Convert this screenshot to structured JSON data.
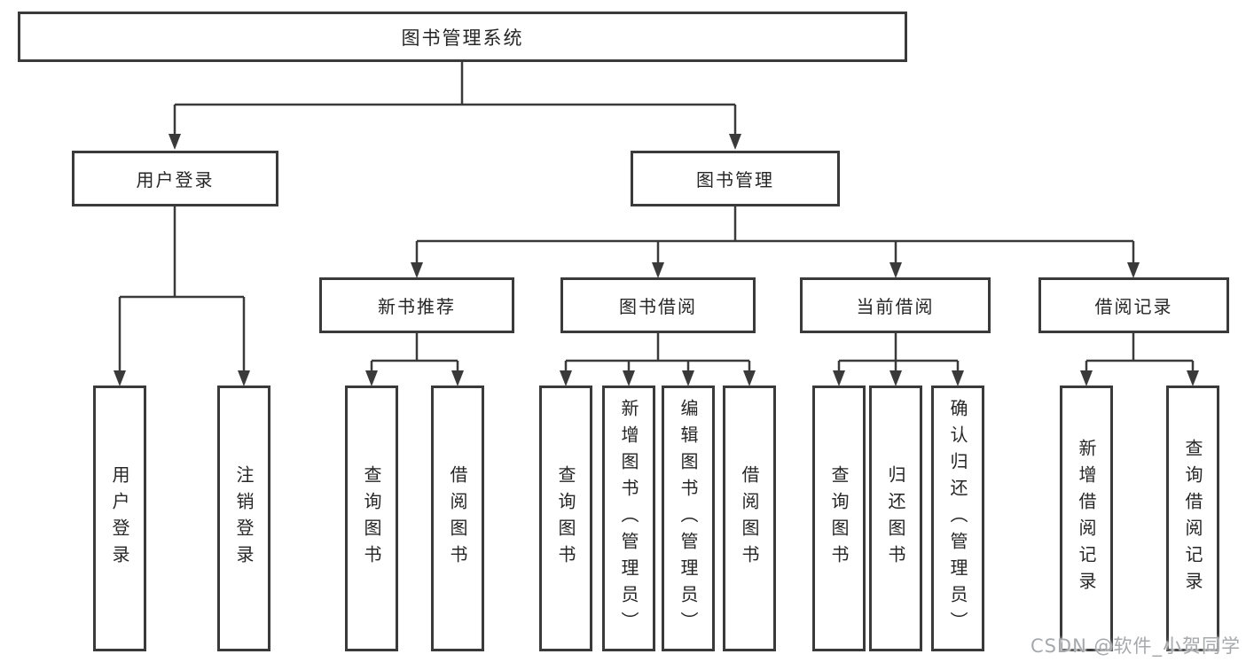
{
  "diagram_title": "图书管理系统",
  "tree": {
    "label": "图书管理系统",
    "children": [
      {
        "label": "用户登录",
        "children": [
          {
            "label": "用户登录"
          },
          {
            "label": "注销登录"
          }
        ]
      },
      {
        "label": "图书管理",
        "children": [
          {
            "label": "新书推荐",
            "children": [
              {
                "label": "查询图书"
              },
              {
                "label": "借阅图书"
              }
            ]
          },
          {
            "label": "图书借阅",
            "children": [
              {
                "label": "查询图书"
              },
              {
                "label": "新增图书（管理员）"
              },
              {
                "label": "编辑图书（管理员）"
              },
              {
                "label": "借阅图书"
              }
            ]
          },
          {
            "label": "当前借阅",
            "children": [
              {
                "label": "查询图书"
              },
              {
                "label": "归还图书"
              },
              {
                "label": "确认归还（管理员）"
              }
            ]
          },
          {
            "label": "借阅记录",
            "children": [
              {
                "label": "新增借阅记录"
              },
              {
                "label": "查询借阅记录"
              }
            ]
          }
        ]
      }
    ]
  },
  "watermark": "CSDN @软件_小贺同学",
  "colors": {
    "bg": "#ffffff",
    "line": "#3a3a3a",
    "text": "#262626",
    "watermark": "#a6a9ac"
  }
}
